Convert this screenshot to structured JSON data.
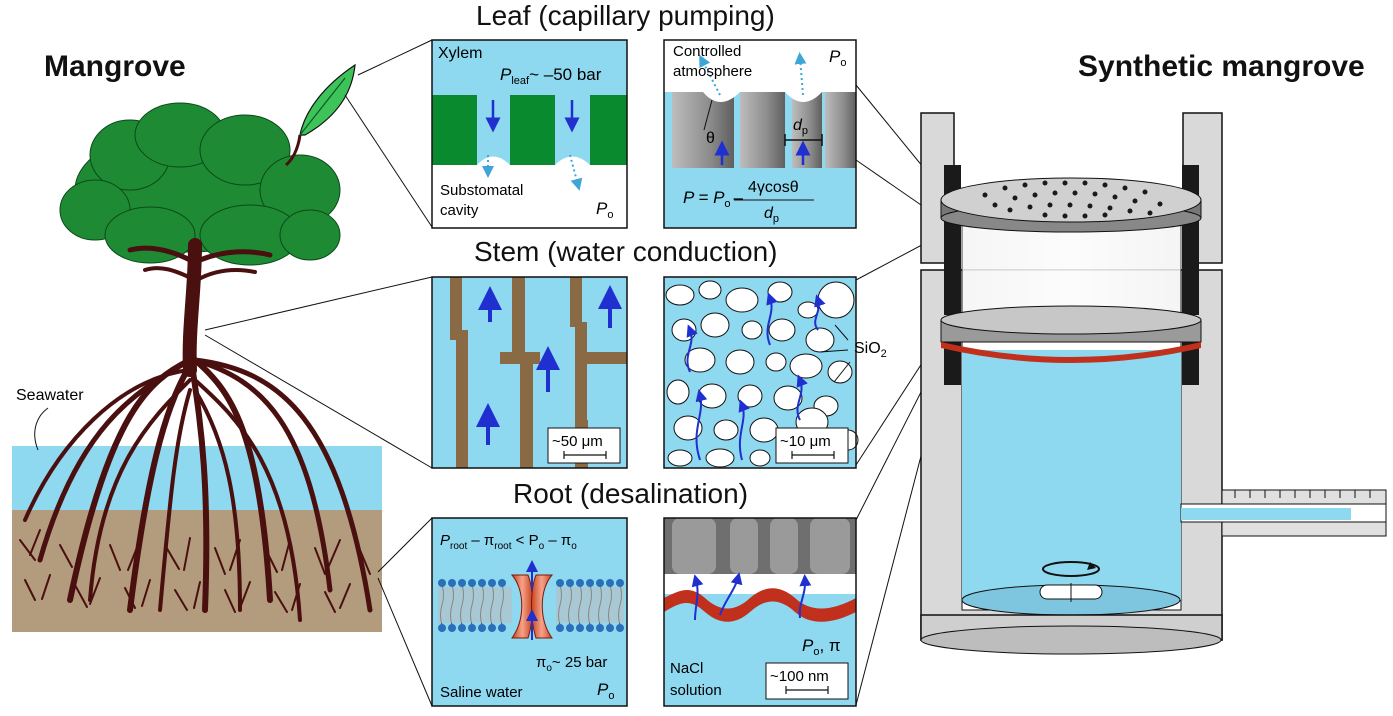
{
  "titles": {
    "mangrove": "Mangrove",
    "synthetic": "Synthetic mangrove",
    "seawater": "Seawater"
  },
  "sections": {
    "leaf": "Leaf (capillary pumping)",
    "stem": "Stem (water conduction)",
    "root": "Root (desalination)"
  },
  "leaf_left": {
    "xylem": "Xylem",
    "pressure": "P",
    "pressure_sub": "leaf",
    "pressure_val": "~ –50 bar",
    "cavity_line1": "Substomatal",
    "cavity_line2": "cavity",
    "po": "P",
    "po_sub": "o"
  },
  "leaf_right": {
    "atm_line1": "Controlled",
    "atm_line2": "atmosphere",
    "po": "P",
    "po_sub": "o",
    "theta": "θ",
    "dp": "d",
    "dp_sub": "p",
    "eq_lhs": "P = P",
    "eq_lhs_sub": "o",
    "eq_minus": "–",
    "eq_num": "4γcosθ",
    "eq_den": "d",
    "eq_den_sub": "p"
  },
  "stem_left": {
    "scale": "~50 μm"
  },
  "stem_right": {
    "scale": "~10 μm",
    "sio2": "SiO",
    "sio2_sub": "2"
  },
  "root_left": {
    "eq": "P",
    "eq_sub1": "root",
    "eq_mid": " – π",
    "eq_sub2": "root",
    "eq_mid2": " < P",
    "eq_sub3": "o",
    "eq_end": " – π",
    "eq_sub4": "o",
    "pi": "π",
    "pi_sub": "o",
    "pi_val": "~ 25 bar",
    "saline": "Saline water",
    "po": "P",
    "po_sub": "o"
  },
  "root_right": {
    "po": "P",
    "po_sub": "o",
    "po_pi": ", π",
    "nacl_line1": "NaCl",
    "nacl_line2": "solution",
    "scale": "~100 nm"
  },
  "colors": {
    "water": "#8ed8f0",
    "leaf_green": "#0a8a2e",
    "tree_green": "#1f8a34",
    "trunk": "#4a0f0f",
    "soil": "#b39b7e",
    "arrow": "#1f2fd0",
    "dotted": "#3ea6d6",
    "membrane_red": "#c0301c"
  }
}
